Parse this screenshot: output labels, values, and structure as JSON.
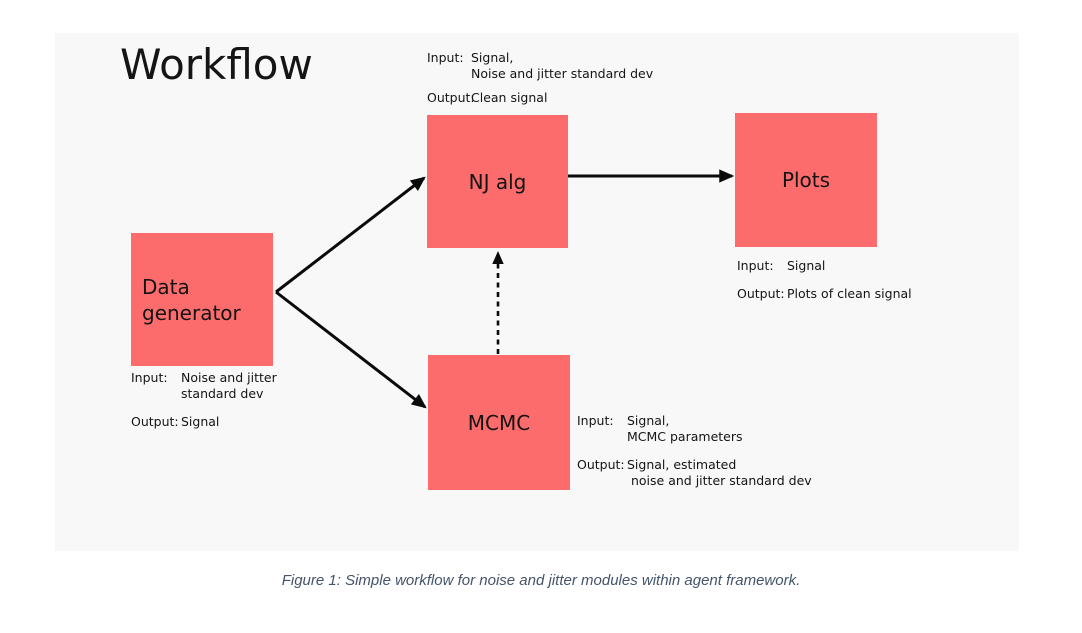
{
  "title": "Workflow",
  "caption": "Figure 1: Simple workflow for noise and jitter modules within agent framework.",
  "colors": {
    "node_fill": "#fc6c6c",
    "panel_bg": "#f8f8f8",
    "caption_text": "#44546a",
    "arrow": "#000000"
  },
  "nodes": {
    "data_generator": {
      "label": "Data\ngenerator"
    },
    "nj_alg": {
      "label": "NJ alg"
    },
    "mcmc": {
      "label": "MCMC"
    },
    "plots": {
      "label": "Plots"
    }
  },
  "annotations": {
    "nj_alg": {
      "input_label": "Input:",
      "input_value": "Signal,\nNoise and jitter standard dev",
      "output_label": "Output:",
      "output_value": "Clean signal"
    },
    "plots": {
      "input_label": "Input:",
      "input_value": "Signal",
      "output_label": "Output:",
      "output_value": "Plots of clean signal"
    },
    "data_generator": {
      "input_label": "Input:",
      "input_value": "Noise and jitter\nstandard dev",
      "output_label": "Output:",
      "output_value": "Signal"
    },
    "mcmc": {
      "input_label": "Input:",
      "input_value": "Signal,\nMCMC parameters",
      "output_label": "Output:",
      "output_value": "Signal, estimated\n noise and jitter standard dev"
    }
  },
  "edges": [
    {
      "from": "data_generator",
      "to": "nj_alg",
      "style": "solid"
    },
    {
      "from": "data_generator",
      "to": "mcmc",
      "style": "solid"
    },
    {
      "from": "nj_alg",
      "to": "plots",
      "style": "solid"
    },
    {
      "from": "mcmc",
      "to": "nj_alg",
      "style": "dashed"
    }
  ]
}
